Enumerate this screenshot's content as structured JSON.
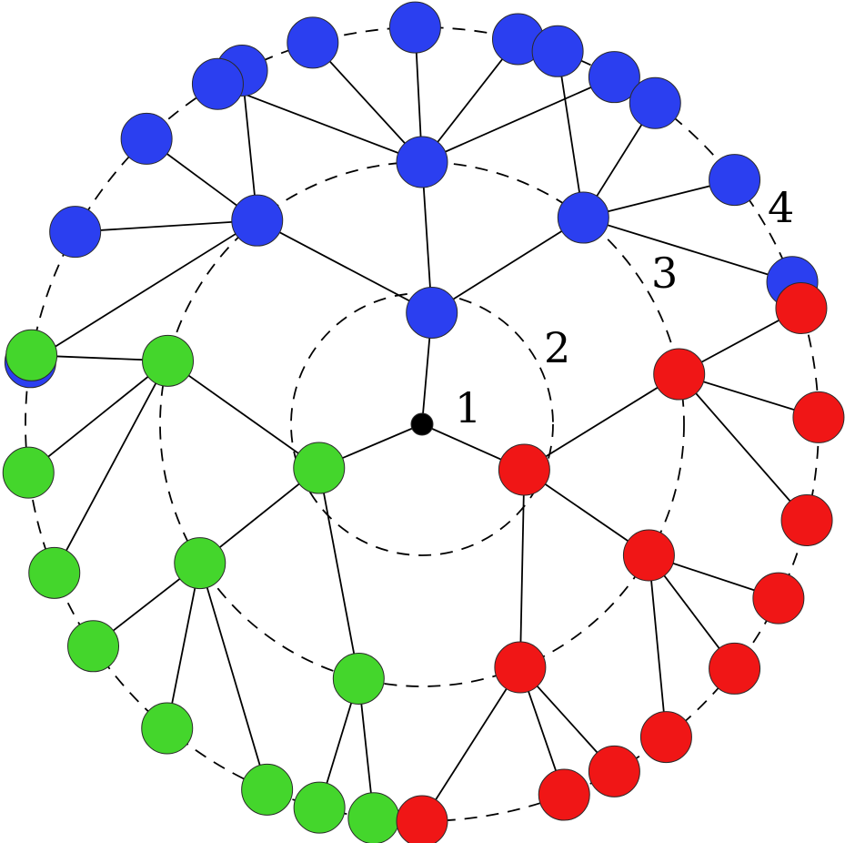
{
  "shell_labels": [
    "1",
    "2",
    "3",
    "4"
  ],
  "colors": {
    "root": "#000000",
    "branch_top": "#2b3ff0",
    "branch_left": "#44d62c",
    "branch_right": "#f01616",
    "stroke": "#000000"
  },
  "tree": {
    "root": "root",
    "branches": [
      {
        "color_key": "branch_top",
        "children": [
          [
            4,
            4
          ],
          [
            5
          ],
          [
            4,
            4
          ]
        ]
      },
      {
        "color_key": "branch_left",
        "children": [
          [
            3,
            3
          ],
          [
            3,
            3
          ],
          [
            2,
            2
          ]
        ]
      },
      {
        "color_key": "branch_right",
        "children": [
          [
            3,
            3
          ],
          [
            3,
            3
          ],
          [
            3,
            3
          ]
        ]
      }
    ]
  }
}
